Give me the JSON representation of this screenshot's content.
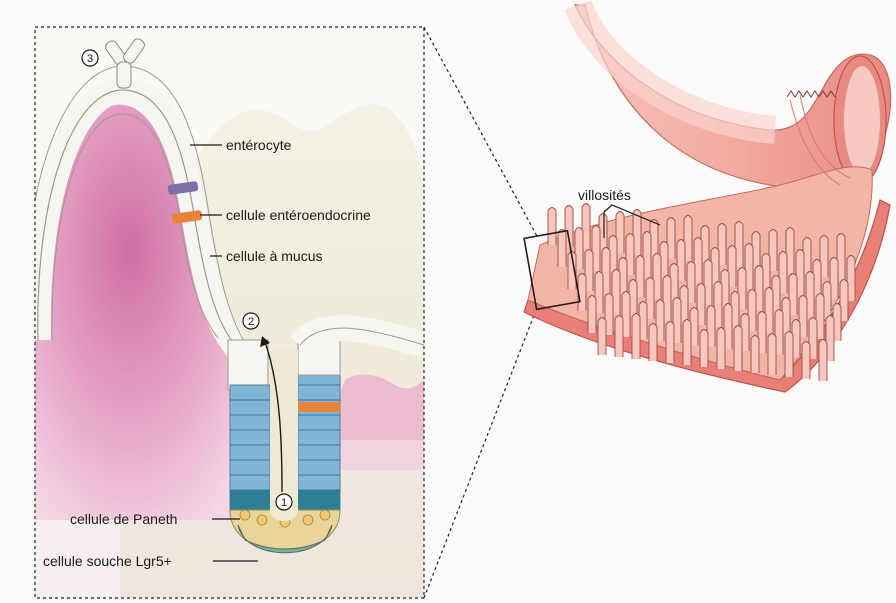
{
  "labels": {
    "enterocyte": "entérocyte",
    "enteroendocrine": "cellule entéroendocrine",
    "mucus": "cellule à mucus",
    "paneth": "cellule de Paneth",
    "stem": "cellule souche Lgr5+",
    "villi": "villosités"
  },
  "markers": {
    "step1": "1",
    "step2": "2",
    "step3": "3"
  },
  "colors": {
    "villus_pink": "#e7a8c7",
    "tissue_tan": "#eeead8",
    "stem_blue": "#5f9fc8",
    "enteroendocrine_orange": "#e8843a",
    "goblet_purple": "#7d6fa8",
    "intestine_salmon": "#f0a79d",
    "intestine_dark": "#c95a55"
  }
}
